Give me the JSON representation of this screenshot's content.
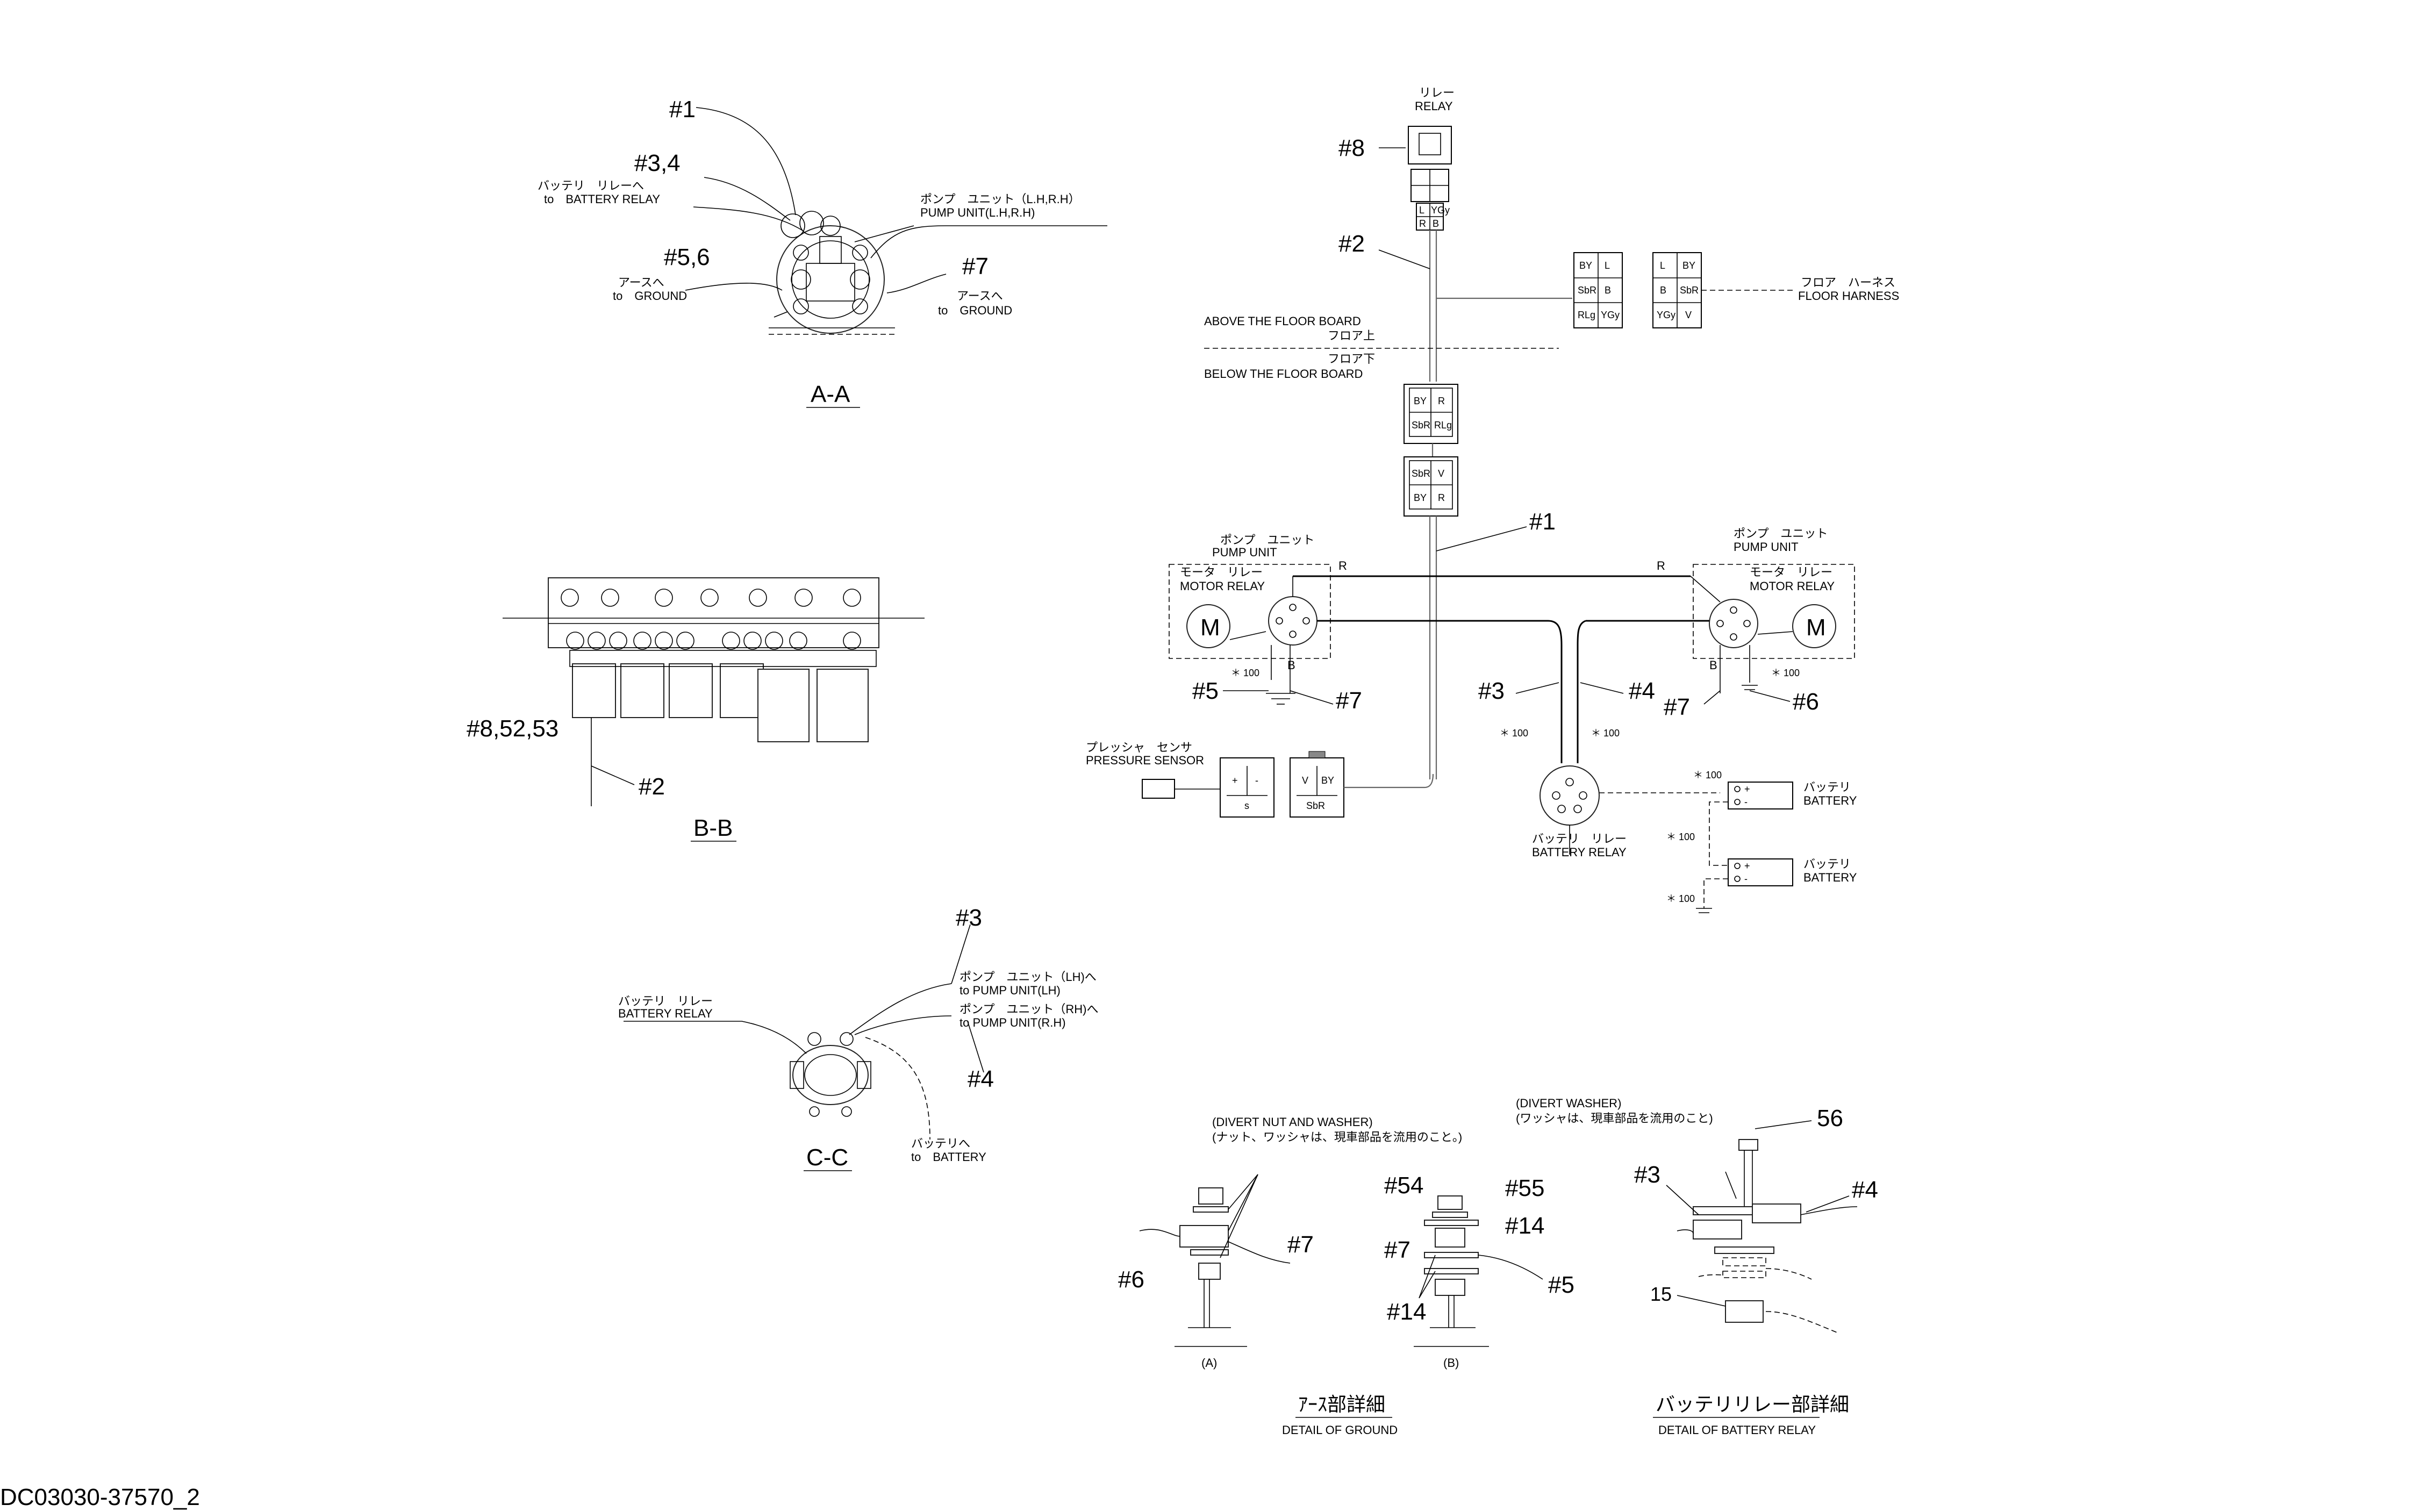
{
  "section_aa": {
    "title": "A-A",
    "callout_1": "#1",
    "callout_34": "#3,4",
    "callout_56": "#5,6",
    "callout_7": "#7",
    "battery_relay_jp": "バッテリ　リレーへ",
    "battery_relay_en": "to　BATTERY RELAY",
    "pump_unit_jp": "ポンプ　ユニット（L.H,R.H）",
    "pump_unit_en": "PUMP UNIT(L.H,R.H)",
    "ground_left_jp": "アースへ",
    "ground_left_en": "to　GROUND",
    "ground_right_jp": "アースへ",
    "ground_right_en": "to　GROUND"
  },
  "section_bb": {
    "title": "B-B",
    "callout_8": "#8,52,53",
    "callout_2": "#2"
  },
  "section_cc": {
    "title": "C-C",
    "callout_3": "#3",
    "callout_4": "#4",
    "battery_relay_jp": "バッテリ　リレー",
    "battery_relay_en": "BATTERY RELAY",
    "pump_lh_jp": "ポンプ　ユニット（LH)へ",
    "pump_lh_en": "to PUMP UNIT(LH)",
    "pump_rh_jp": "ポンプ　ユニット（RH)へ",
    "pump_rh_en": "to PUMP UNIT(R.H)",
    "battery_jp": "バッテリへ",
    "battery_en": "to　BATTERY"
  },
  "schematic": {
    "relay_jp": "リレー",
    "relay_en": "RELAY",
    "callout_8": "#8",
    "callout_2": "#2",
    "callout_1": "#1",
    "callout_3": "#3",
    "callout_4": "#4",
    "callout_5": "#5",
    "callout_6": "#6",
    "callout_7_left": "#7",
    "callout_7_right": "#7",
    "above_floor_en": "ABOVE THE FLOOR BOARD",
    "above_floor_jp": "フロア上",
    "below_floor_jp": "フロア下",
    "below_floor_en": "BELOW THE FLOOR BOARD",
    "floor_harness_jp": "フロア　ハーネス",
    "floor_harness_en": "FLOOR HARNESS",
    "pump_unit_left_jp": "ポンプ　ユニット",
    "pump_unit_left_en": "PUMP UNIT",
    "motor_relay_left_jp": "モータ　リレー",
    "motor_relay_left_en": "MOTOR RELAY",
    "pump_unit_right_jp": "ポンプ　ユニット",
    "pump_unit_right_en": "PUMP UNIT",
    "motor_relay_right_jp": "モータ　リレー",
    "motor_relay_right_en": "MOTOR RELAY",
    "motor_symbol": "M",
    "wire_r": "R",
    "wire_b": "B",
    "dim_100": "＊ 100",
    "pressure_sensor_jp": "プレッシャ　センサ",
    "pressure_sensor_en": "PRESSURE SENSOR",
    "battery_relay_jp": "バッテリ　リレー",
    "battery_relay_en": "BATTERY RELAY",
    "battery1_jp": "バッテリ",
    "battery1_en": "BATTERY",
    "battery2_jp": "バッテリ",
    "battery2_en": "BATTERY",
    "relay_pins": {
      "l": "L",
      "yg": "YGy",
      "r": "R",
      "b": "B"
    },
    "harness_a": {
      "by": "BY",
      "l": "L",
      "sbr": "SbR",
      "b": "B",
      "rlg": "RLg",
      "ygy": "YGy"
    },
    "harness_b": {
      "l": "L",
      "by": "BY",
      "b": "B",
      "sbr": "SbR",
      "ygy": "YGy",
      "v": "V"
    },
    "conn_c": {
      "by": "BY",
      "r": "R",
      "sbr": "SbR",
      "rlg": "RLg"
    },
    "conn_d": {
      "sbr": "SbR",
      "v": "V",
      "by": "BY",
      "r": "R"
    },
    "sensor_conn": {
      "plus": "+",
      "minus": "-",
      "s": "s"
    },
    "sensor_mate": {
      "v": "V",
      "by": "BY",
      "sbr": "SbR"
    }
  },
  "detail_ground": {
    "title_jp": "ｱｰｽ部詳細",
    "title_en": "DETAIL OF GROUND",
    "note_en": "(DIVERT NUT AND WASHER)",
    "note_jp": "(ナット、ワッシャは、現車部品を流用のこと。)",
    "label_a": "(A)",
    "label_b": "(B)",
    "callout_6": "#6",
    "callout_7a": "#7",
    "callout_54": "#54",
    "callout_55": "#55",
    "callout_7b": "#7",
    "callout_14a": "#14",
    "callout_14b": "#14",
    "callout_5": "#5"
  },
  "detail_battery_relay": {
    "title_jp": "バッテリリレー部詳細",
    "title_en": "DETAIL OF BATTERY RELAY",
    "note_en": "(DIVERT WASHER)",
    "note_jp": "(ワッシャは、現車部品を流用のこと)",
    "callout_56": "56",
    "callout_3": "#3",
    "callout_4": "#4",
    "callout_15": "15"
  },
  "drawing_number": "DC03030-37570_2"
}
